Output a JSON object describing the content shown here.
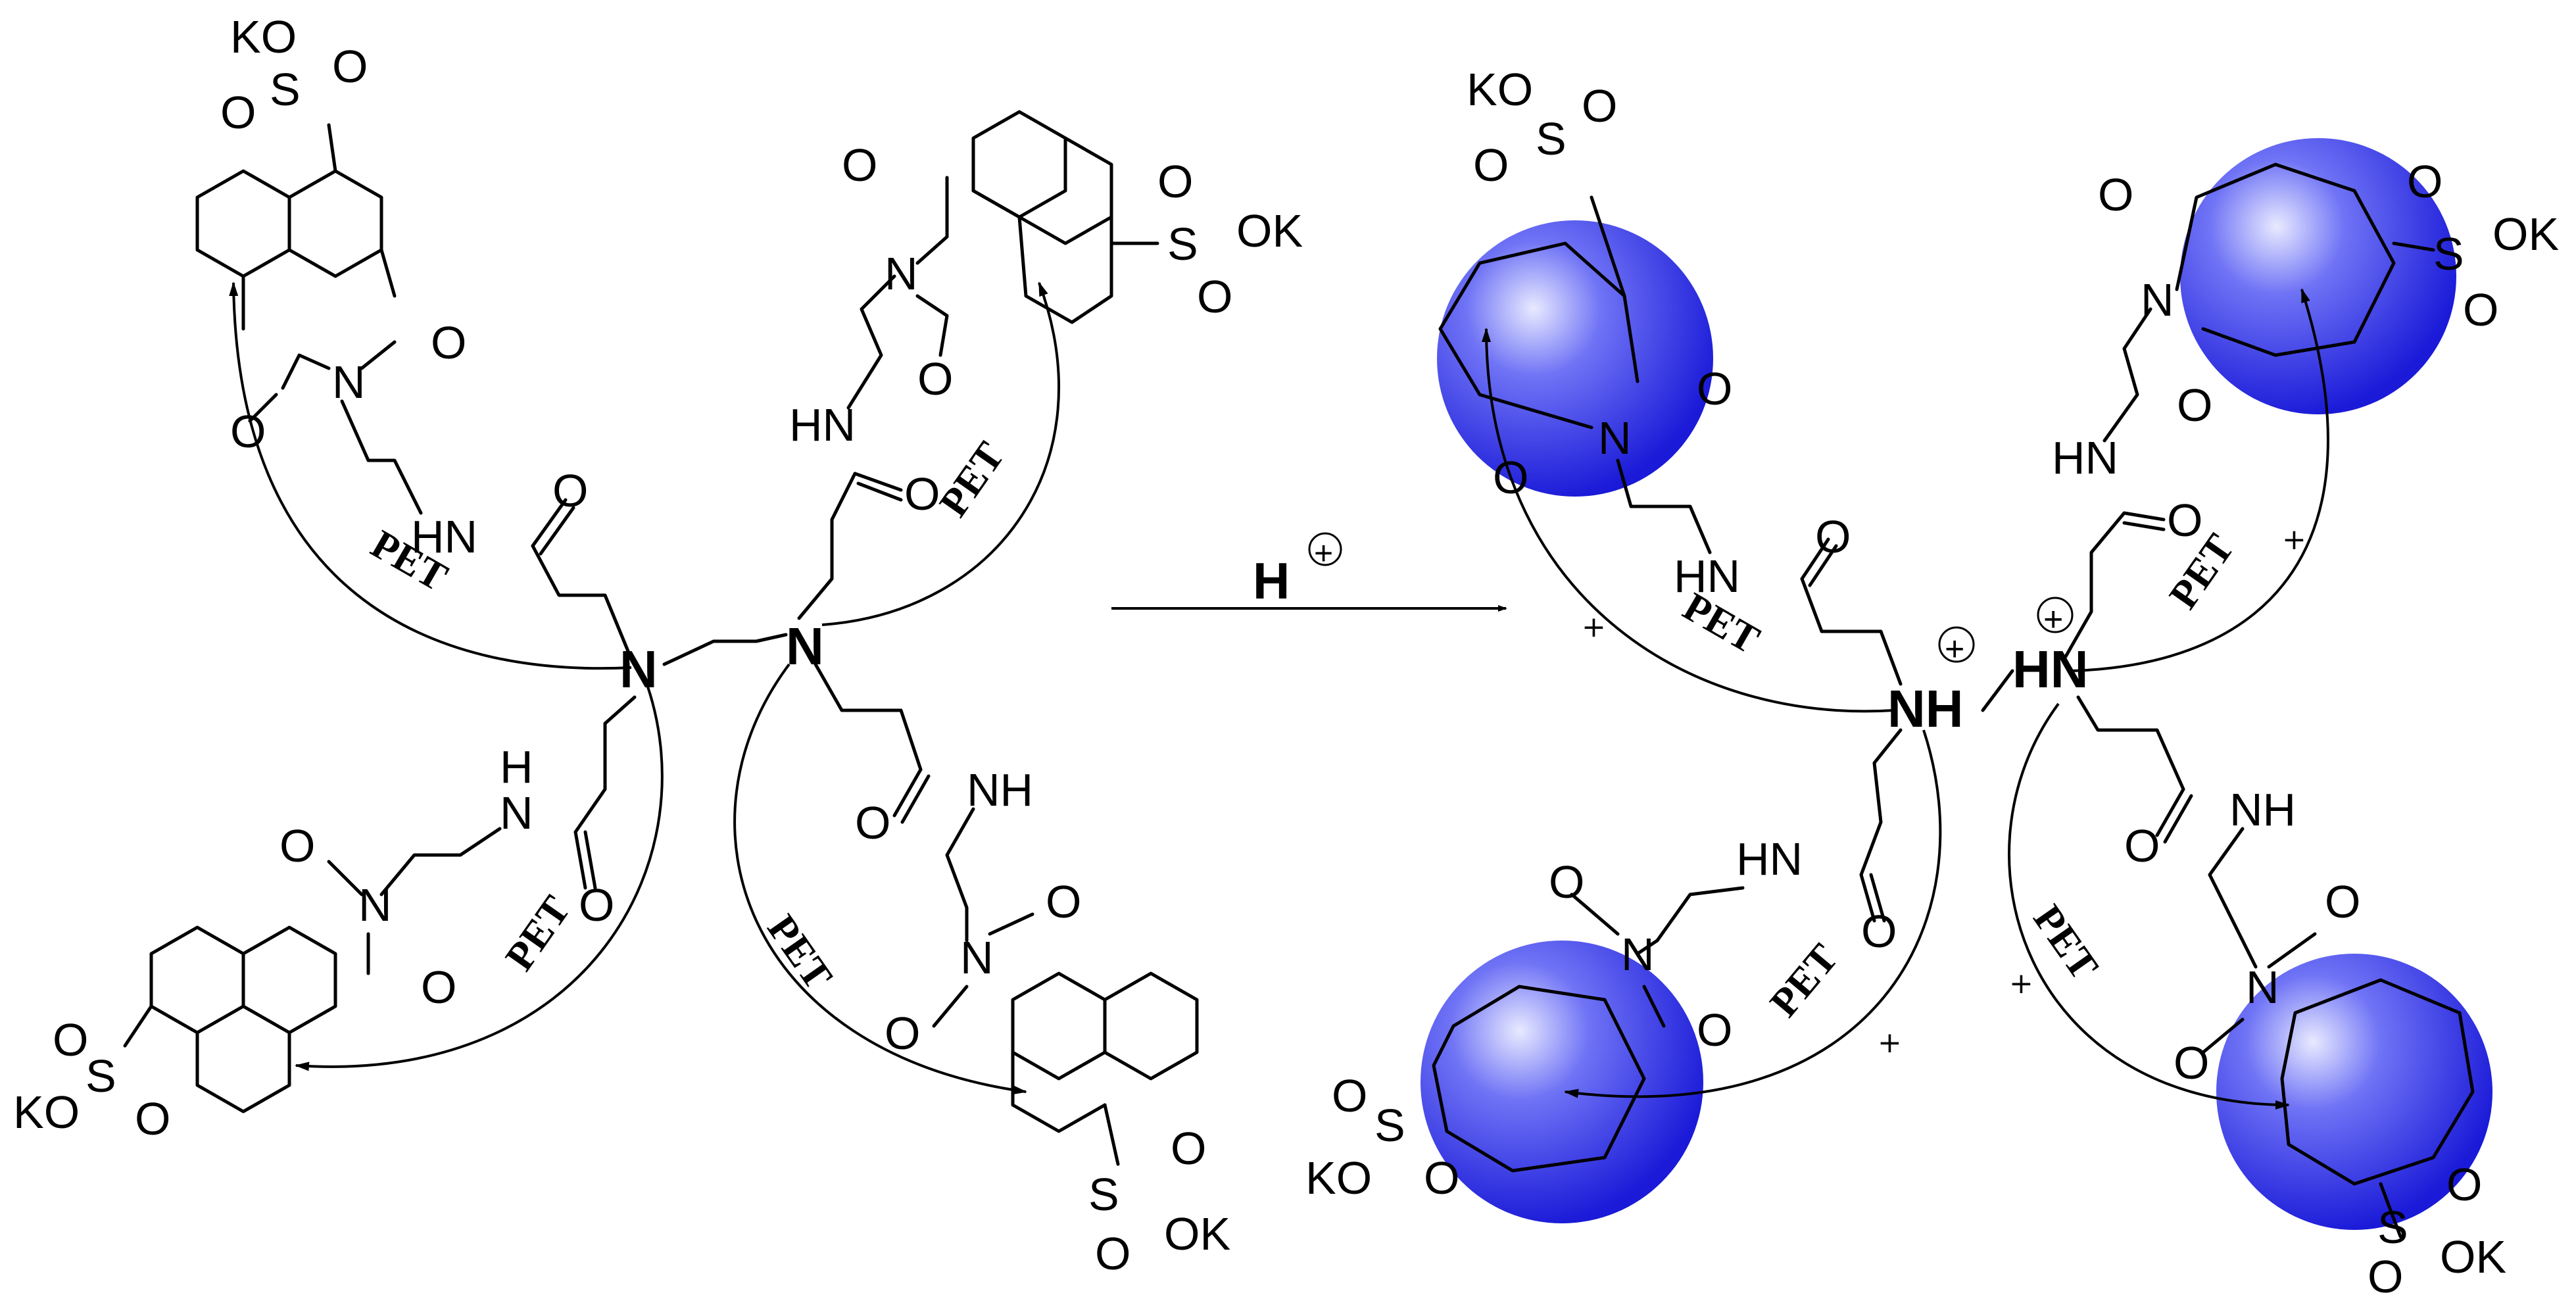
{
  "reagent": {
    "label": "H",
    "charge": "+"
  },
  "pet_label": "PET",
  "blocked_mark": "+",
  "atoms": {
    "N": "N",
    "O": "O",
    "S": "S",
    "HN": "HN",
    "NH": "NH",
    "H": "H",
    "KO": "KO",
    "OK": "OK"
  },
  "colors": {
    "sphere": "#2020e0",
    "sphere_light": "#c8ccff",
    "arrow": "#000000"
  }
}
